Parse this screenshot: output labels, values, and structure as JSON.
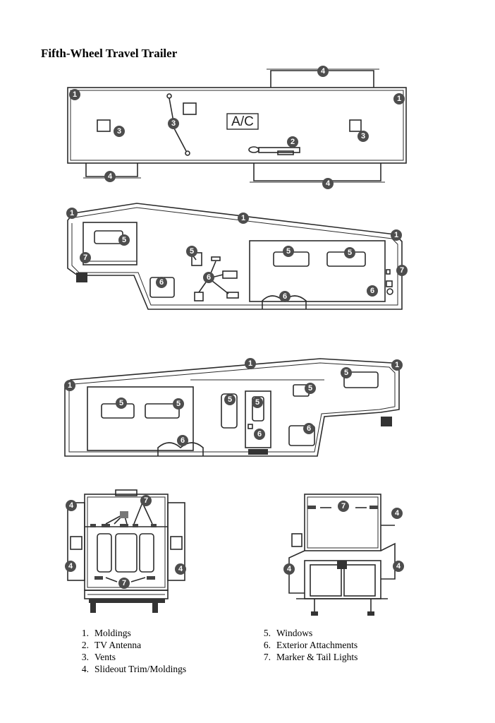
{
  "title": "Fifth-Wheel Travel Trailer",
  "ac_label": "A/C",
  "legend_left": [
    {
      "num": "1.",
      "label": "Moldings"
    },
    {
      "num": "2.",
      "label": "TV Antenna"
    },
    {
      "num": "3.",
      "label": "Vents"
    },
    {
      "num": "4.",
      "label": "Slideout Trim/Moldings"
    }
  ],
  "legend_right": [
    {
      "num": "5.",
      "label": "Windows"
    },
    {
      "num": "6.",
      "label": "Exterior Attachments"
    },
    {
      "num": "7.",
      "label": "Marker & Tail Lights"
    }
  ],
  "callout_numbers": {
    "moldings": "1",
    "tv_antenna": "2",
    "vents": "3",
    "slideout": "4",
    "windows": "5",
    "attachments": "6",
    "lights": "7"
  },
  "colors": {
    "line": "#2b2b2b",
    "callout": "#4d4d4d"
  }
}
